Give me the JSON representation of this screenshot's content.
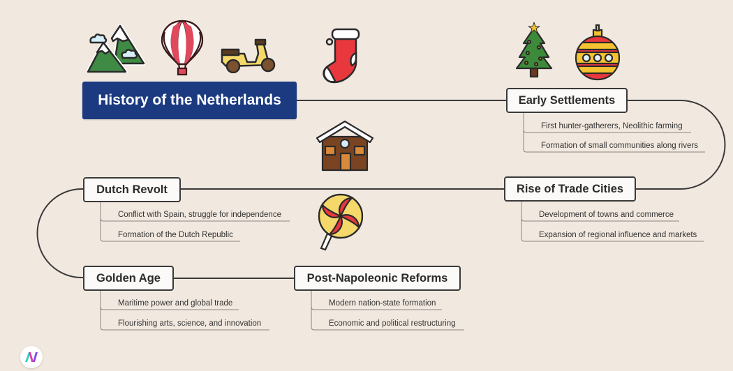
{
  "root": {
    "title": "History of the Netherlands",
    "color": "#1b3a80"
  },
  "topics": [
    {
      "title": "Early Settlements",
      "subs": [
        "First hunter-gatherers, Neolithic farming",
        "Formation of small communities along rivers"
      ]
    },
    {
      "title": "Rise of Trade Cities",
      "subs": [
        "Development of towns and commerce",
        "Expansion of regional influence and markets"
      ]
    },
    {
      "title": "Dutch Revolt",
      "subs": [
        "Conflict with Spain, struggle for independence",
        "Formation of the Dutch Republic"
      ]
    },
    {
      "title": "Golden Age",
      "subs": [
        "Maritime power and global trade",
        "Flourishing arts, science, and innovation"
      ]
    },
    {
      "title": "Post-Napoleonic Reforms",
      "subs": [
        "Modern nation-state formation",
        "Economic and political restructuring"
      ]
    }
  ],
  "decorations": [
    "mountains-icon",
    "hot-air-balloon-icon",
    "scooter-icon",
    "christmas-stocking-icon",
    "christmas-tree-icon",
    "christmas-ornament-icon",
    "gingerbread-house-icon",
    "lollipop-icon"
  ],
  "colors": {
    "background": "#f1e8df",
    "line": "#3a3a3a",
    "sub_line": "#8a8580"
  }
}
